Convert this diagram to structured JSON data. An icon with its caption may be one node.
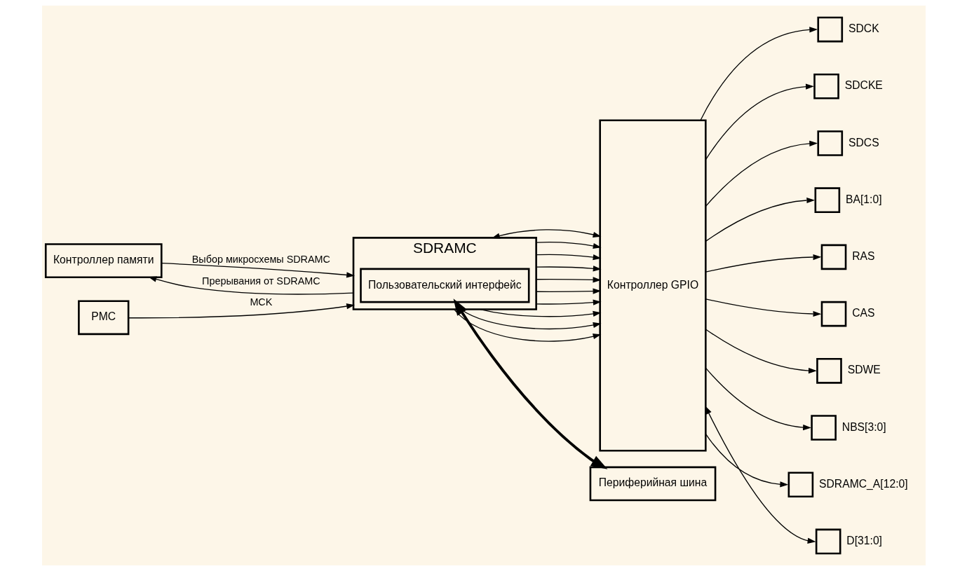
{
  "diagram": {
    "nodes": [
      {
        "text": [
          "Контроллер памяти"
        ]
      },
      {
        "text": [
          "PMC"
        ]
      },
      {
        "text": [
          "SDRAMC"
        ]
      },
      {
        "text": [
          "Пользовательский интерфейс"
        ],
        "in": 2
      },
      {
        "text": [
          "Контроллер GPIO"
        ]
      },
      {
        "text": [],
        "shape": "box",
        "beside": [
          "SDCK"
        ]
      },
      {
        "text": [],
        "shape": "box",
        "beside": [
          "SDCKE"
        ]
      },
      {
        "text": [],
        "shape": "box",
        "beside": [
          "SDCS"
        ]
      },
      {
        "text": [],
        "shape": "box",
        "beside": [
          "BA[1:0]"
        ]
      },
      {
        "text": [],
        "shape": "box",
        "beside": [
          "RAS"
        ]
      },
      {
        "text": [],
        "shape": "box",
        "beside": [
          "CAS"
        ]
      },
      {
        "text": [],
        "shape": "box",
        "beside": [
          "SDWE"
        ]
      },
      {
        "text": [],
        "shape": "box",
        "beside": [
          "NBS[3:0]"
        ]
      },
      {
        "text": [],
        "shape": "box",
        "beside": [
          "SDRAMC_A[12:0]"
        ]
      },
      {
        "text": [],
        "shape": "box",
        "beside": [
          "D[31:0]"
        ]
      },
      {
        "text": [
          "Периферийная шина"
        ]
      }
    ],
    "edges": [
      {
        "from": 0,
        "to": 2,
        "arrow": "to",
        "label": "Выбор микросхемы SDRAMC"
      },
      {
        "from": 2,
        "to": 0,
        "arrow": "to",
        "label": "Прерывания от SDRAMC"
      },
      {
        "from": 1,
        "to": 2,
        "arrow": "to",
        "label": "MCK"
      },
      {
        "from": 2,
        "to": 4,
        "arrow": "to"
      },
      {
        "from": 2,
        "to": 4,
        "arrow": "to"
      },
      {
        "from": 2,
        "to": 4,
        "arrow": "to"
      },
      {
        "from": 2,
        "to": 4,
        "arrow": "to"
      },
      {
        "from": 2,
        "to": 4,
        "arrow": "to"
      },
      {
        "from": 2,
        "to": 4,
        "arrow": "to"
      },
      {
        "from": 2,
        "to": 4,
        "arrow": "to"
      },
      {
        "from": 2,
        "to": 4,
        "arrow": "to"
      },
      {
        "from": 2,
        "to": 4,
        "arrow": "to"
      },
      {
        "from": 2,
        "to": 4,
        "arrow": "both"
      },
      {
        "from": 4,
        "to": 5,
        "arrow": "to"
      },
      {
        "from": 4,
        "to": 6,
        "arrow": "to"
      },
      {
        "from": 4,
        "to": 7,
        "arrow": "to"
      },
      {
        "from": 4,
        "to": 8,
        "arrow": "to"
      },
      {
        "from": 4,
        "to": 9,
        "arrow": "to"
      },
      {
        "from": 4,
        "to": 10,
        "arrow": "to"
      },
      {
        "from": 4,
        "to": 11,
        "arrow": "to"
      },
      {
        "from": 4,
        "to": 12,
        "arrow": "to"
      },
      {
        "from": 4,
        "to": 13,
        "arrow": "to"
      },
      {
        "from": 4,
        "to": 14,
        "arrow": "both"
      },
      {
        "from": 3,
        "to": 15,
        "arrow": "both",
        "style": "thick"
      }
    ]
  }
}
